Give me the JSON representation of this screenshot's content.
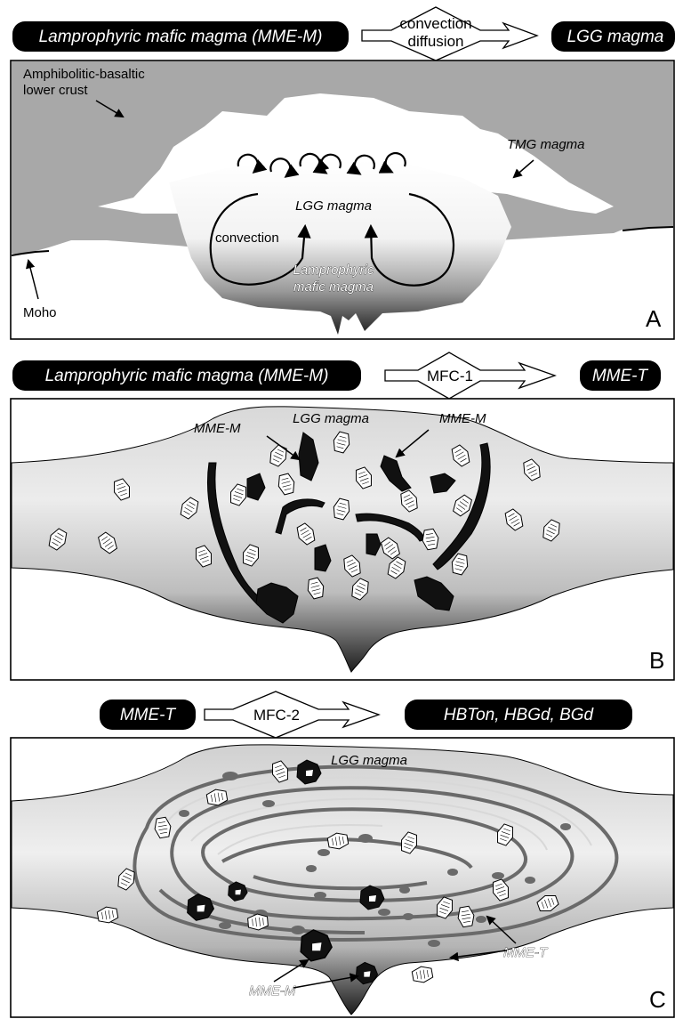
{
  "panelA": {
    "source_pill": "Lamprophyric mafic magma (MME-M)",
    "process_line1": "convection",
    "process_line2": "diffusion",
    "target_pill": "LGG magma",
    "crust_line1": "Amphibolitic-basaltic",
    "crust_line2": "lower crust",
    "tmg_label": "TMG magma",
    "lgg_label": "LGG magma",
    "convection_label": "convection",
    "mafic_line1": "Lamprophyric",
    "mafic_line2": "mafic magma",
    "moho_label": "Moho",
    "letter": "A"
  },
  "panelB": {
    "source_pill": "Lamprophyric mafic magma (MME-M)",
    "process": "MFC-1",
    "target_pill": "MME-T",
    "lgg_label": "LGG magma",
    "mme_m_left": "MME-M",
    "mme_m_right": "MME-M",
    "letter": "B"
  },
  "panelC": {
    "source_pill": "MME-T",
    "process": "MFC-2",
    "target_pill": "HBTon, HBGd, BGd",
    "lgg_label": "LGG magma",
    "mme_t_label": "MME-T",
    "mme_m_label": "MME-M",
    "letter": "C"
  }
}
